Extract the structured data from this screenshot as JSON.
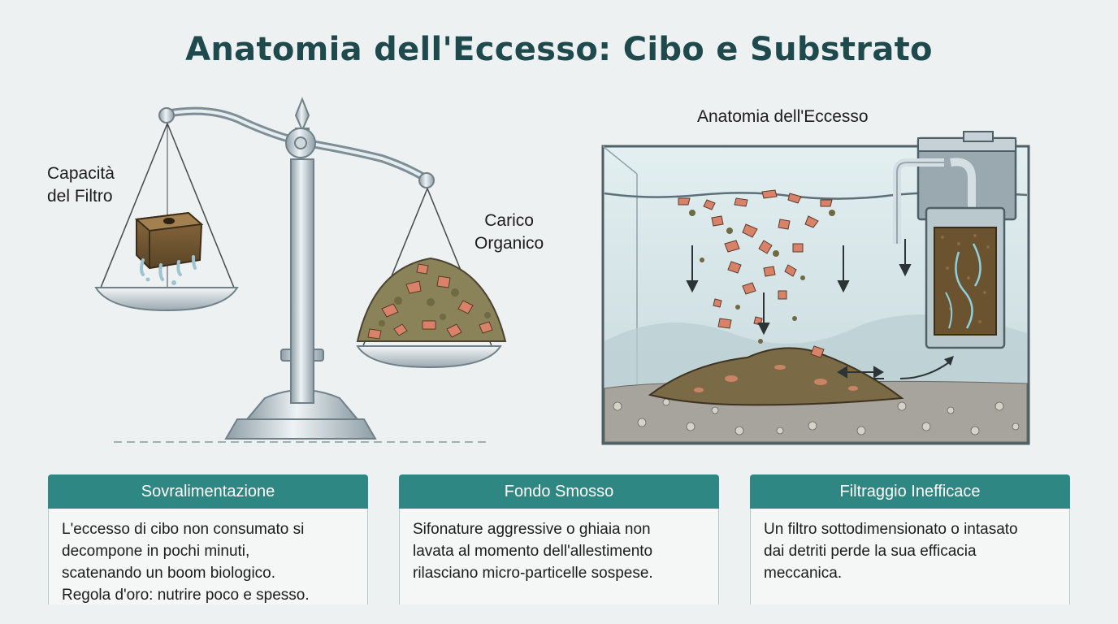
{
  "title": "Anatomia dell'Eccesso: Cibo e Substrato",
  "scale": {
    "left_label_line1": "Capacità",
    "left_label_line2": "del Filtro",
    "right_label_line1": "Carico",
    "right_label_line2": "Organico"
  },
  "tank": {
    "label": "Anatomia dell'Eccesso"
  },
  "cards": [
    {
      "heading": "Sovralimentazione",
      "line1": "L'eccesso di cibo non consumato si",
      "line2": "decompone in pochi minuti,",
      "line3": "scatenando un boom biologico.",
      "line4": "Regola d'oro: nutrire poco e spesso."
    },
    {
      "heading": "Fondo Smosso",
      "line1": "Sifonature aggressive o ghiaia non",
      "line2": "lavata al momento dell'allestimento",
      "line3": "rilasciano micro-particelle sospese."
    },
    {
      "heading": "Filtraggio Inefficace",
      "line1": "Un filtro sottodimensionato o intasato",
      "line2": "dai detriti perde la sua efficacia",
      "line3": "meccanica."
    }
  ],
  "colors": {
    "accent": "#2f8784",
    "title": "#1f4a4d",
    "metal": "#a9b8bf",
    "food": "#d9826a",
    "debris": "#7a6a45",
    "water": "#d9e8ea"
  }
}
